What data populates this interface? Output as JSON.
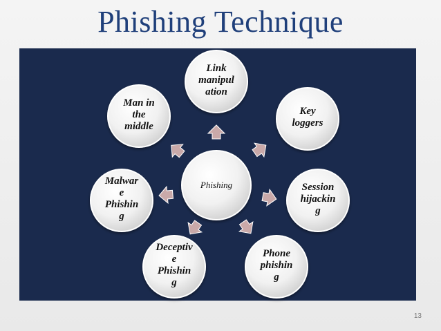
{
  "slide": {
    "title": "Phishing Technique",
    "page_number": "13"
  },
  "diagram": {
    "center": "Phishing",
    "nodes": [
      "Link\nmanipul\nation",
      "Key\nloggers",
      "Session\nhijackin\ng",
      "Phone\nphishin\ng",
      "Deceptiv\ne\nPhishin\ng",
      "Malwar\ne\nPhishin\ng",
      "Man in\nthe\nmiddle"
    ]
  },
  "colors": {
    "title": "#1f3f7a",
    "panel": "#1a2a4d",
    "arrow": "#c9a9a9",
    "circle": "#f4f4f4"
  }
}
